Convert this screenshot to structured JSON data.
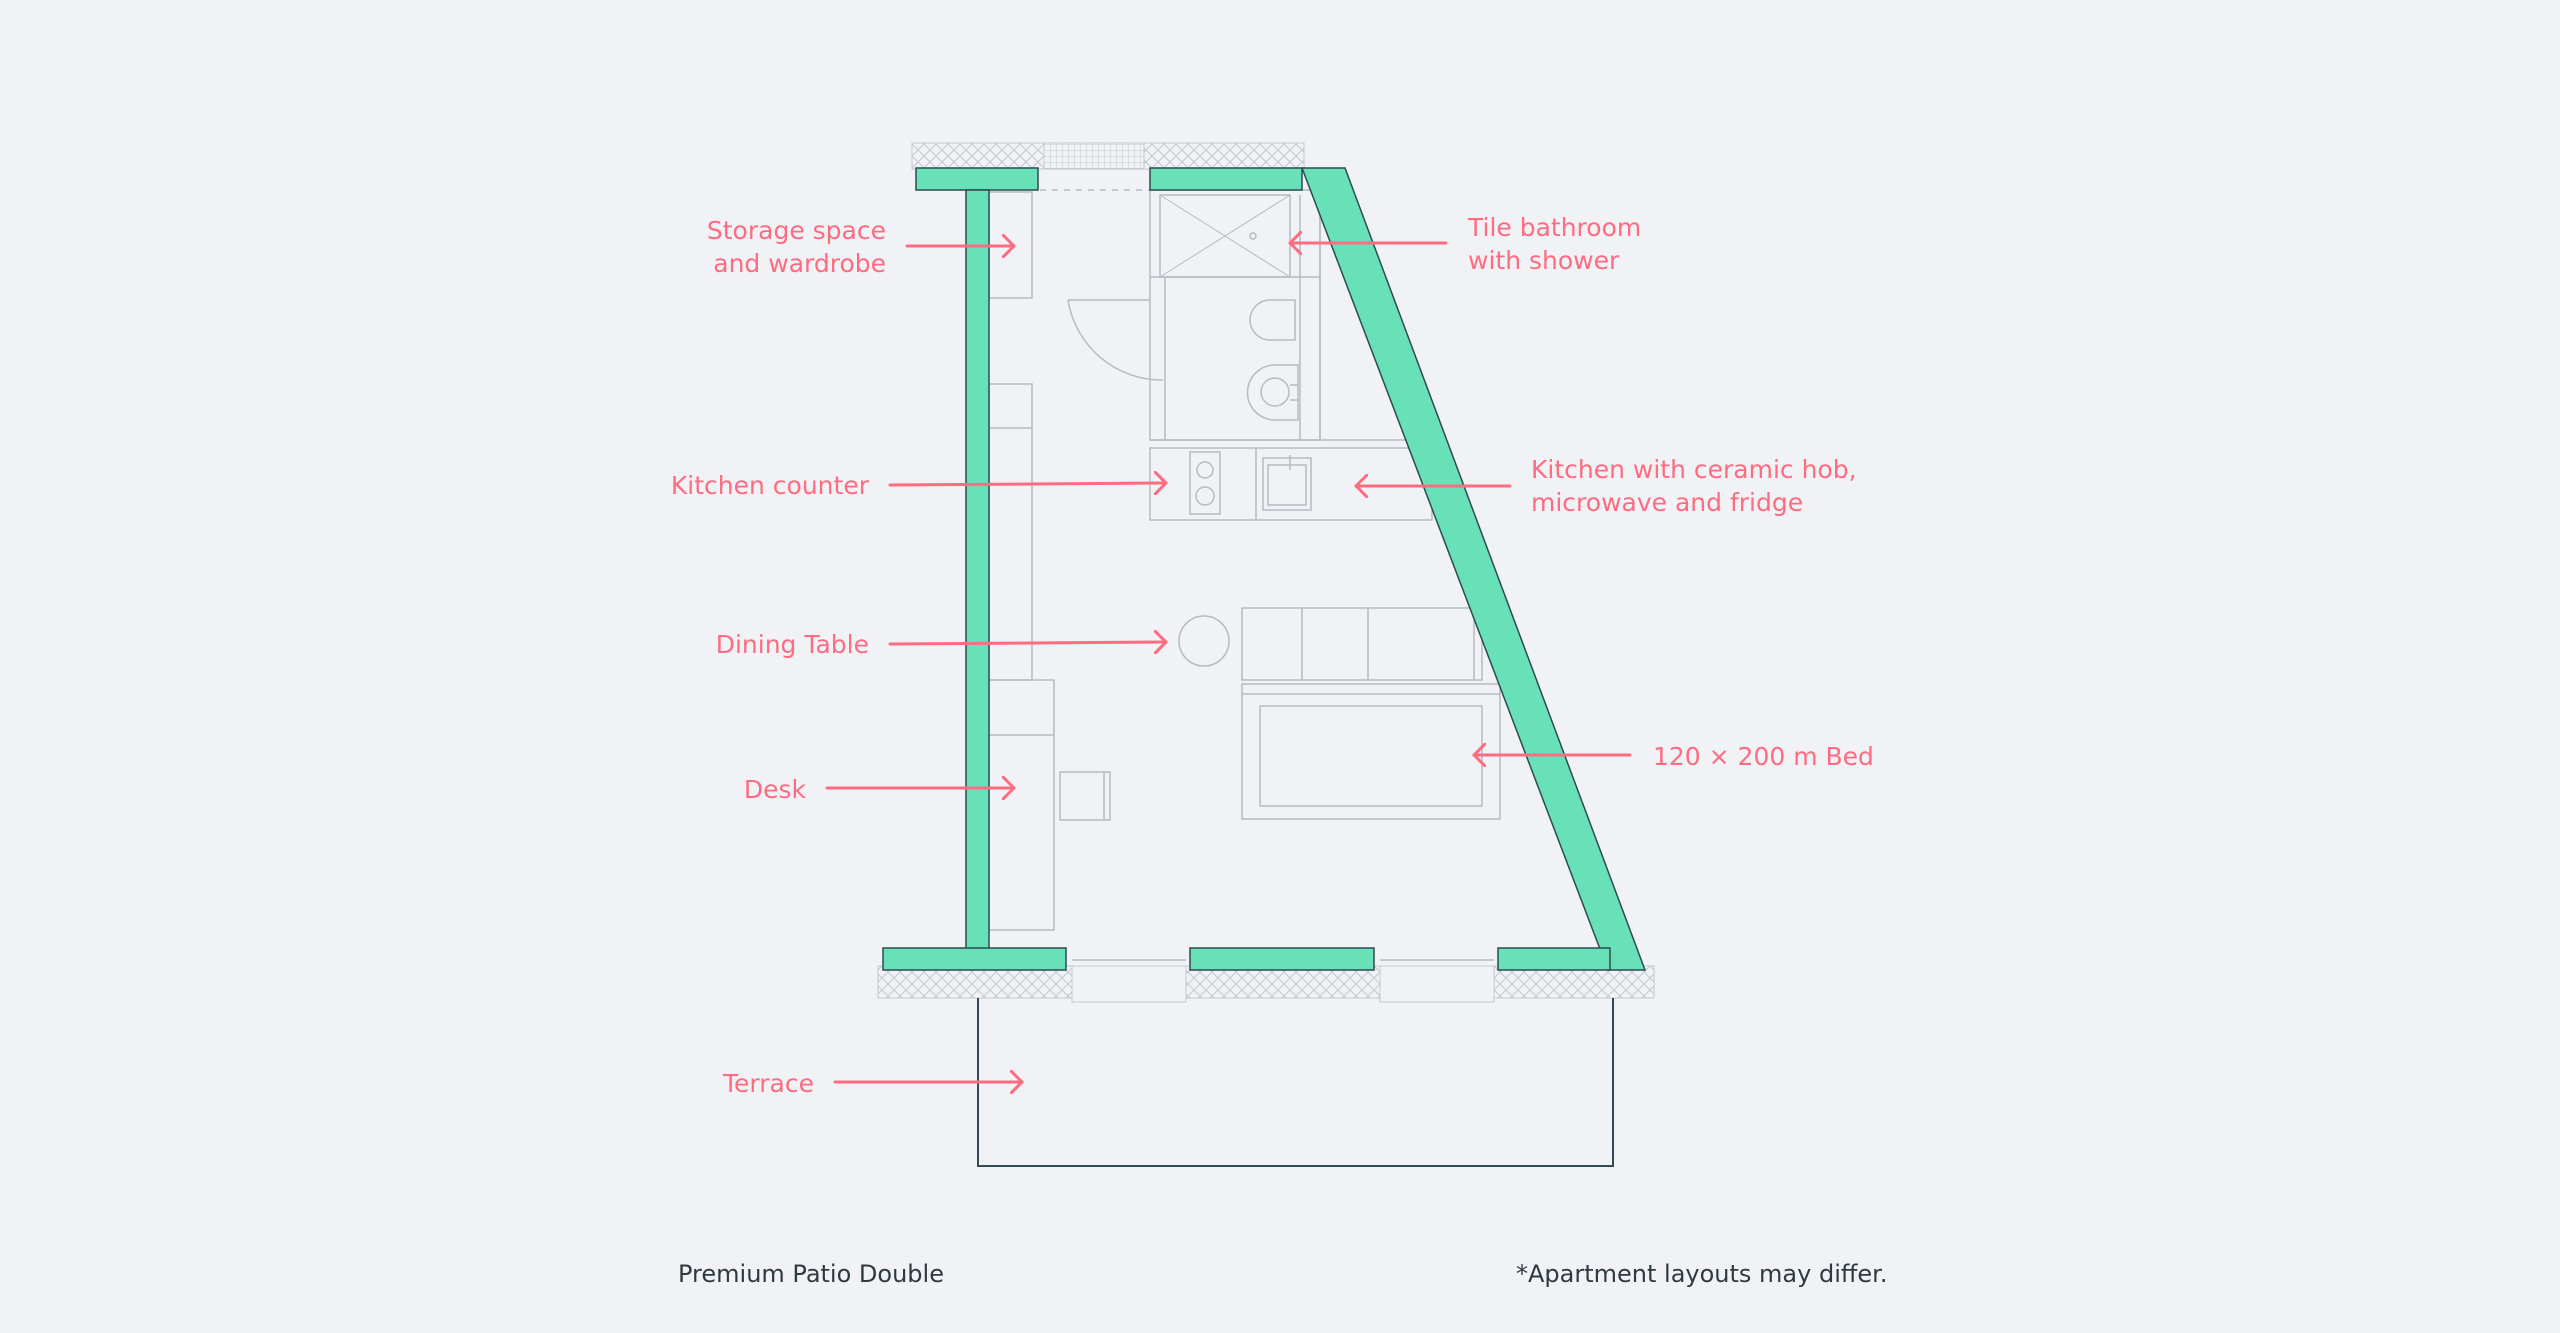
{
  "colors": {
    "background": "#f0f2f5",
    "wall": "#68e0b8",
    "wall_outline": "#2e4a52",
    "annotation": "#ff6b81",
    "furniture_line": "#b4bbc2",
    "footer_text": "#2f3a40"
  },
  "annotations": {
    "storage": {
      "line1": "Storage space",
      "line2": "and wardrobe"
    },
    "bathroom": {
      "line1": "Tile bathroom",
      "line2": "with shower"
    },
    "kitchen_counter": "Kitchen counter",
    "kitchen_appliances": {
      "line1": "Kitchen with ceramic hob,",
      "line2": "microwave and fridge"
    },
    "dining_table": "Dining Table",
    "desk": "Desk",
    "bed": "120 × 200 m Bed",
    "terrace": "Terrace"
  },
  "footer": {
    "apartment_name": "Premium Patio Double",
    "disclaimer": "*Apartment layouts may differ."
  }
}
